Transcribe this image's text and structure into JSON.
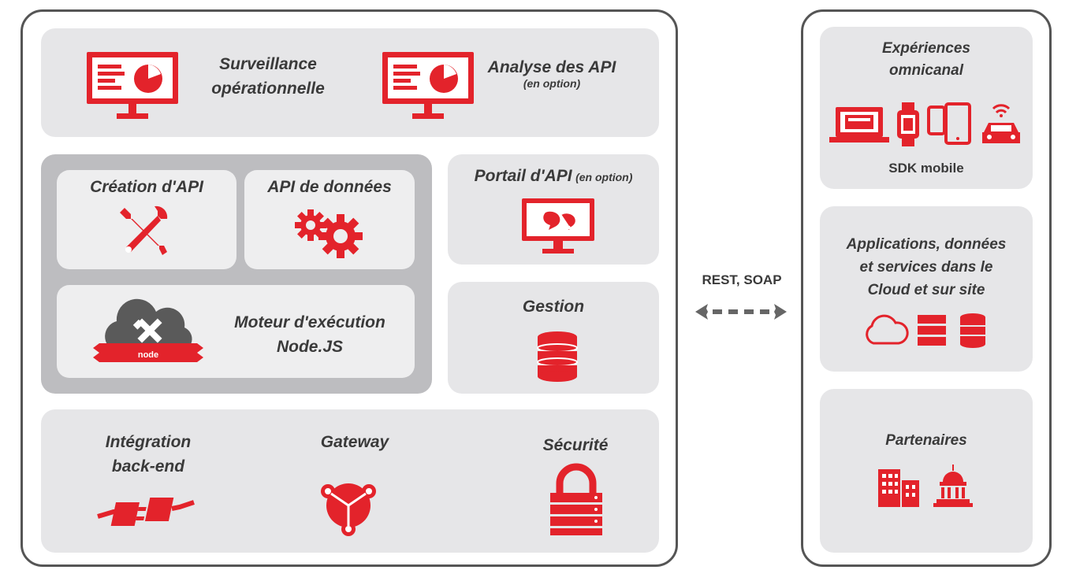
{
  "colors": {
    "accent": "#e3232b",
    "panel": "#e6e6e8",
    "border": "#555555",
    "text": "#3a3a3a"
  },
  "left": {
    "monitoring": {
      "title_line1": "Surveillance",
      "title_line2": "opérationnelle",
      "icon": "monitor-dashboard-icon"
    },
    "analytics": {
      "title": "Analyse des API",
      "note": "(en option)",
      "icon": "monitor-dashboard-icon"
    },
    "api_creation": {
      "title": "Création d'API",
      "icon": "tools-icon"
    },
    "data_api": {
      "title": "API de données",
      "icon": "gears-icon"
    },
    "runtime": {
      "title_line1": "Moteur d'exécution",
      "title_line2": "Node.JS",
      "icon": "node-cloud-icon",
      "banner_text": "node"
    },
    "portal": {
      "title": "Portail d'API",
      "note": "(en option)",
      "icon": "monitor-chat-icon"
    },
    "management": {
      "title": "Gestion",
      "icon": "database-icon"
    },
    "integration": {
      "title_line1": "Intégration",
      "title_line2": "back-end",
      "icon": "plug-icon"
    },
    "gateway": {
      "title": "Gateway",
      "icon": "gateway-icon"
    },
    "security": {
      "title": "Sécurité",
      "icon": "lock-icon"
    }
  },
  "connector": {
    "label": "REST, SOAP",
    "icon": "double-arrow-icon"
  },
  "right": {
    "omnichannel": {
      "title_line1": "Expériences",
      "title_line2": "omnicanal",
      "caption": "SDK mobile",
      "icons": [
        "laptop-icon",
        "smartwatch-icon",
        "devices-icon",
        "connected-car-icon"
      ]
    },
    "apps": {
      "title_line1": "Applications, données",
      "title_line2": "et services dans le",
      "title_line3": "Cloud et sur site",
      "icons": [
        "cloud-icon",
        "server-icon",
        "database-icon"
      ]
    },
    "partners": {
      "title": "Partenaires",
      "icons": [
        "buildings-icon",
        "government-icon"
      ]
    }
  }
}
